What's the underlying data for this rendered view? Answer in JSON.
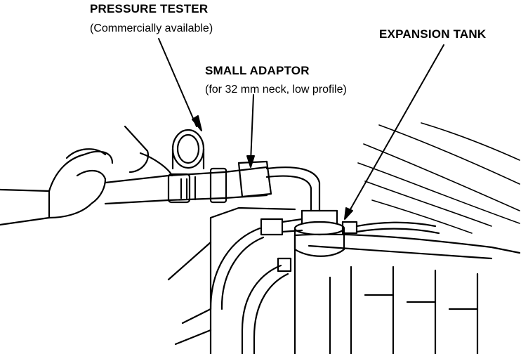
{
  "labels": {
    "pressure_tester": {
      "title": "PRESSURE TESTER",
      "subtitle": "(Commercially available)"
    },
    "small_adaptor": {
      "title": "SMALL ADAPTOR",
      "subtitle": "(for 32 mm neck, low profile)"
    },
    "expansion_tank": {
      "title": "EXPANSION TANK"
    }
  },
  "colors": {
    "ink": "#000000",
    "paper": "#ffffff"
  }
}
